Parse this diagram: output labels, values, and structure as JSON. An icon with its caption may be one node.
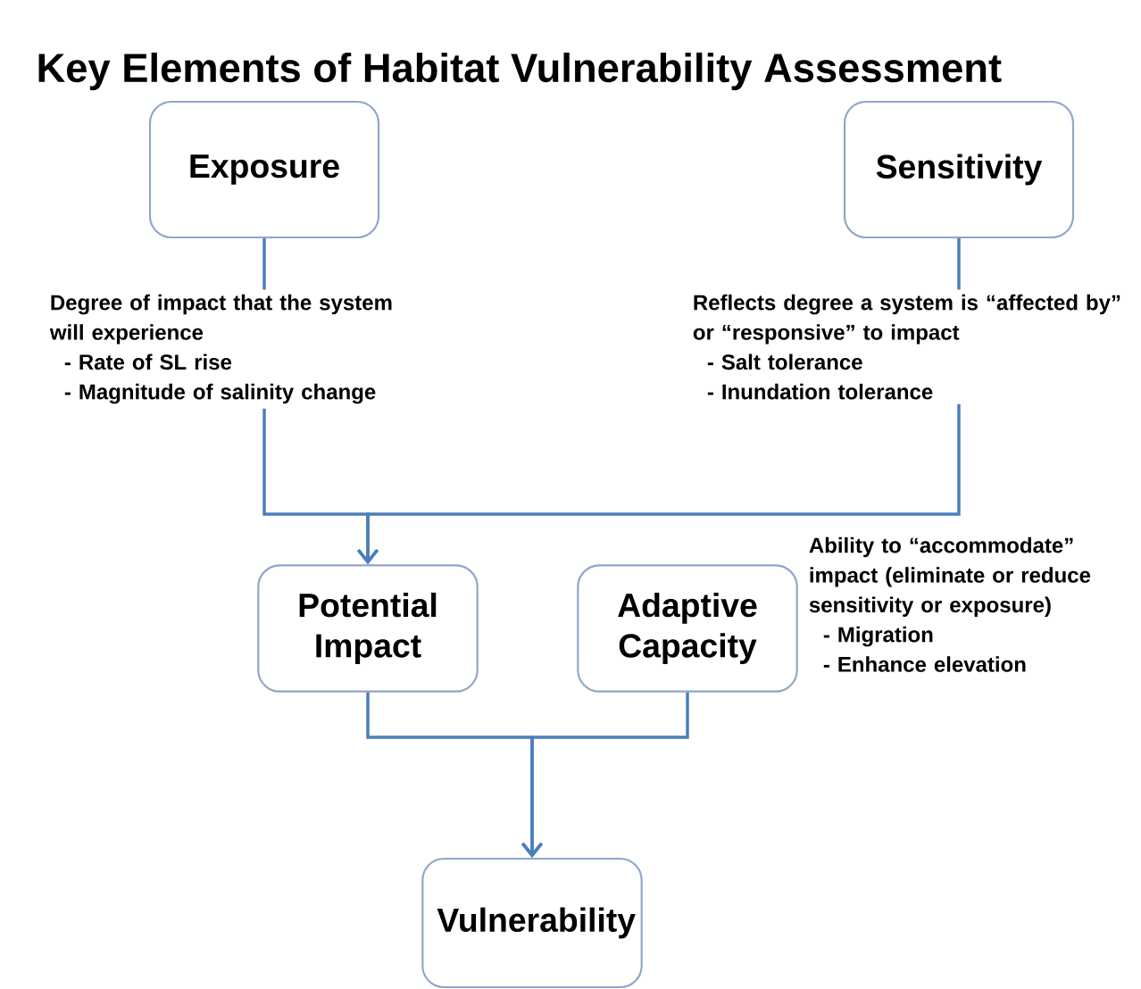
{
  "diagram": {
    "title": "Key Elements of Habitat Vulnerability Assessment",
    "nodes": [
      {
        "text": [
          "Exposure"
        ],
        "beside": [
          "Degree of impact that the system will experience",
          "- Rate of SL rise",
          "- Magnitude of salinity change"
        ]
      },
      {
        "text": [
          "Sensitivity"
        ],
        "beside": [
          "Reflects degree a system is “affected by” or “responsive” to impact",
          "- Salt tolerance",
          "- Inundation tolerance"
        ]
      },
      {
        "text": [
          "Potential Impact"
        ]
      },
      {
        "text": [
          "Adaptive Capacity"
        ],
        "beside": [
          "Ability to “accommodate” impact (eliminate or reduce sensitivity or exposure)",
          "- Migration",
          "- Enhance elevation"
        ]
      },
      {
        "text": [
          "Vulnerability"
        ]
      }
    ],
    "edges": [
      {
        "from": 0,
        "to": 2,
        "arrow": "to"
      },
      {
        "from": 1,
        "to": 2,
        "arrow": "to"
      },
      {
        "from": 2,
        "to": 4,
        "arrow": "to"
      },
      {
        "from": 3,
        "to": 4,
        "arrow": "to"
      }
    ]
  }
}
